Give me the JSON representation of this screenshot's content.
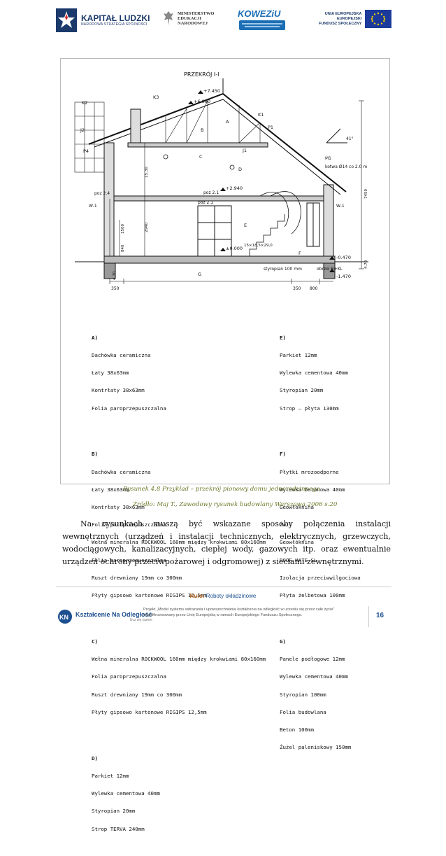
{
  "header": {
    "logo_kl_title": "KAPITAŁ LUDZKI",
    "logo_kl_subtitle": "NARODOWA STRATEGIA SPÓJNOŚCI",
    "logo_ministry": [
      "MINISTERSTWO",
      "EDUKACJI",
      "NARODOWEJ"
    ],
    "logo_kowezu": "KOWEZiU",
    "logo_ue": [
      "UNIA EUROPEJSKA",
      "EUROPEJSKI",
      "FUNDUSZ SPOŁECZNY"
    ]
  },
  "drawing": {
    "title": "PRZEKRÓJ I-I",
    "labels": {
      "k1": "K1",
      "k2": "K2",
      "k3": "K3",
      "p1": "P1",
      "p4": "P4",
      "j2": "J2",
      "j1": "J1",
      "e1": "+7.450",
      "e2": "+6.980",
      "e3": "+2.940",
      "e4": "±0.000",
      "e5": "-0.470",
      "e6": "-1.470",
      "poz24": "poz 2.4",
      "poz21a": "poz 2.1",
      "poz21b": "poz 2.1",
      "w1a": "W-1",
      "w1b": "W-1",
      "m1": "M1",
      "kotwa": "kotwa Ø14 co 2.0 m",
      "angle": "41°",
      "a": "A",
      "b": "B",
      "c": "C",
      "d": "D",
      "e": "E",
      "f": "F",
      "g": "G",
      "styropian": "styropian 100 mm",
      "obrzol": "obrzol R+KL",
      "stairs": "15×18,5×29,0",
      "d350a": "350",
      "d350b": "350",
      "d800": "800",
      "d1500": "1500",
      "d840": "840",
      "d470a": "4.70",
      "d470b": "4.70",
      "d2940": "2940",
      "d1530": "15.30",
      "d7450": "7450"
    },
    "specs_left": [
      {
        "head": "A)",
        "lines": [
          "Dachówka ceramiczna",
          "Łaty 38x63mm",
          "Kontrłaty 38x63mm",
          "Folia paroprzepuszczalna"
        ]
      },
      {
        "head": "B)",
        "lines": [
          "Dachówka ceramiczna",
          "Łaty 38x63mm",
          "Kontrłaty 38x63mm",
          "Folia paroprzepuszczalna",
          "Wełna mineralna ROCKWOOL 160mm między krokwiami 80x160mm",
          "Folia paroprzepuszczalna",
          "Ruszt drewniany 19mm co 300mm",
          "Płyty gipsowo kartonowe RIGIPS 12,5mm"
        ]
      },
      {
        "head": "C)",
        "lines": [
          "Wełna mineralna ROCKWOOL 160mm między krokwiami 80x160mm",
          "Folia paroprzepuszczalna",
          "Ruszt drewniany 19mm co 300mm",
          "Płyty gipsowo kartonowe RIGIPS 12,5mm"
        ]
      },
      {
        "head": "D)",
        "lines": [
          "Parkiet 12mm",
          "Wylewka cementowa 40mm",
          "Styropian 20mm",
          "Strop TERVA 240mm"
        ]
      }
    ],
    "specs_right": [
      {
        "head": "E)",
        "lines": [
          "Parkiet 12mm",
          "Wylewka cementowa 40mm",
          "Styropian 20mm",
          "Strop – płyta 130mm"
        ]
      },
      {
        "head": "F)",
        "lines": [
          "Płytki mrozoodporne",
          "Wylewka betonowa 40mm",
          "Geowłóknina",
          "Żwir",
          "Geowłóknina",
          "ROOF MATE SL",
          "Izolacja przeciwwilgociowa",
          "Płyta żelbetowa 100mm"
        ]
      },
      {
        "head": "G)",
        "lines": [
          "Panele podłogowe 12mm",
          "Wylewka cementowa 40mm",
          "Styropian 100mm",
          "Folia budowlana",
          "Beton 100mm",
          "Żużel paleniskowy 150mm"
        ]
      }
    ]
  },
  "caption": {
    "figure": "Rysunek 4.8 Przykład – przekrój pionowy domu jednorodzinnego",
    "source": "Źródło: Maj T., Zawodowy rysunek budowlany Warszawa 2006 s.20"
  },
  "body": {
    "paragraph": "Na rysunkach muszą być wskazane sposoby połączenia instalacji wewnętrznych (urządzeń i instalacji technicznych, elektrycznych, grzewczych, wodociągowych, kanalizacyjnych, ciepłej wody, gazowych itp. oraz ewentualnie urządzeń ochrony przeciwpożarowej i odgromowej) z sieciami zewnętrznymi."
  },
  "footer": {
    "course_label": "Kurs:",
    "course_name": "Roboty okładzinowe",
    "logo_text": "Kształcenie Na Odległość",
    "logo_sub": "Ucz się razem",
    "note": "Projekt „Model systemu wdrażania i upowszechniania kształcenia na odległość w uczeniu się przez całe życie” współfinansowany przez Unię Europejską w ramach Europejskiego Funduszu Społecznego.",
    "page_number": "16"
  },
  "colors": {
    "caption": "#6b7a2a",
    "brand_blue": "#1c4f8f",
    "course_label": "#b5651d"
  }
}
